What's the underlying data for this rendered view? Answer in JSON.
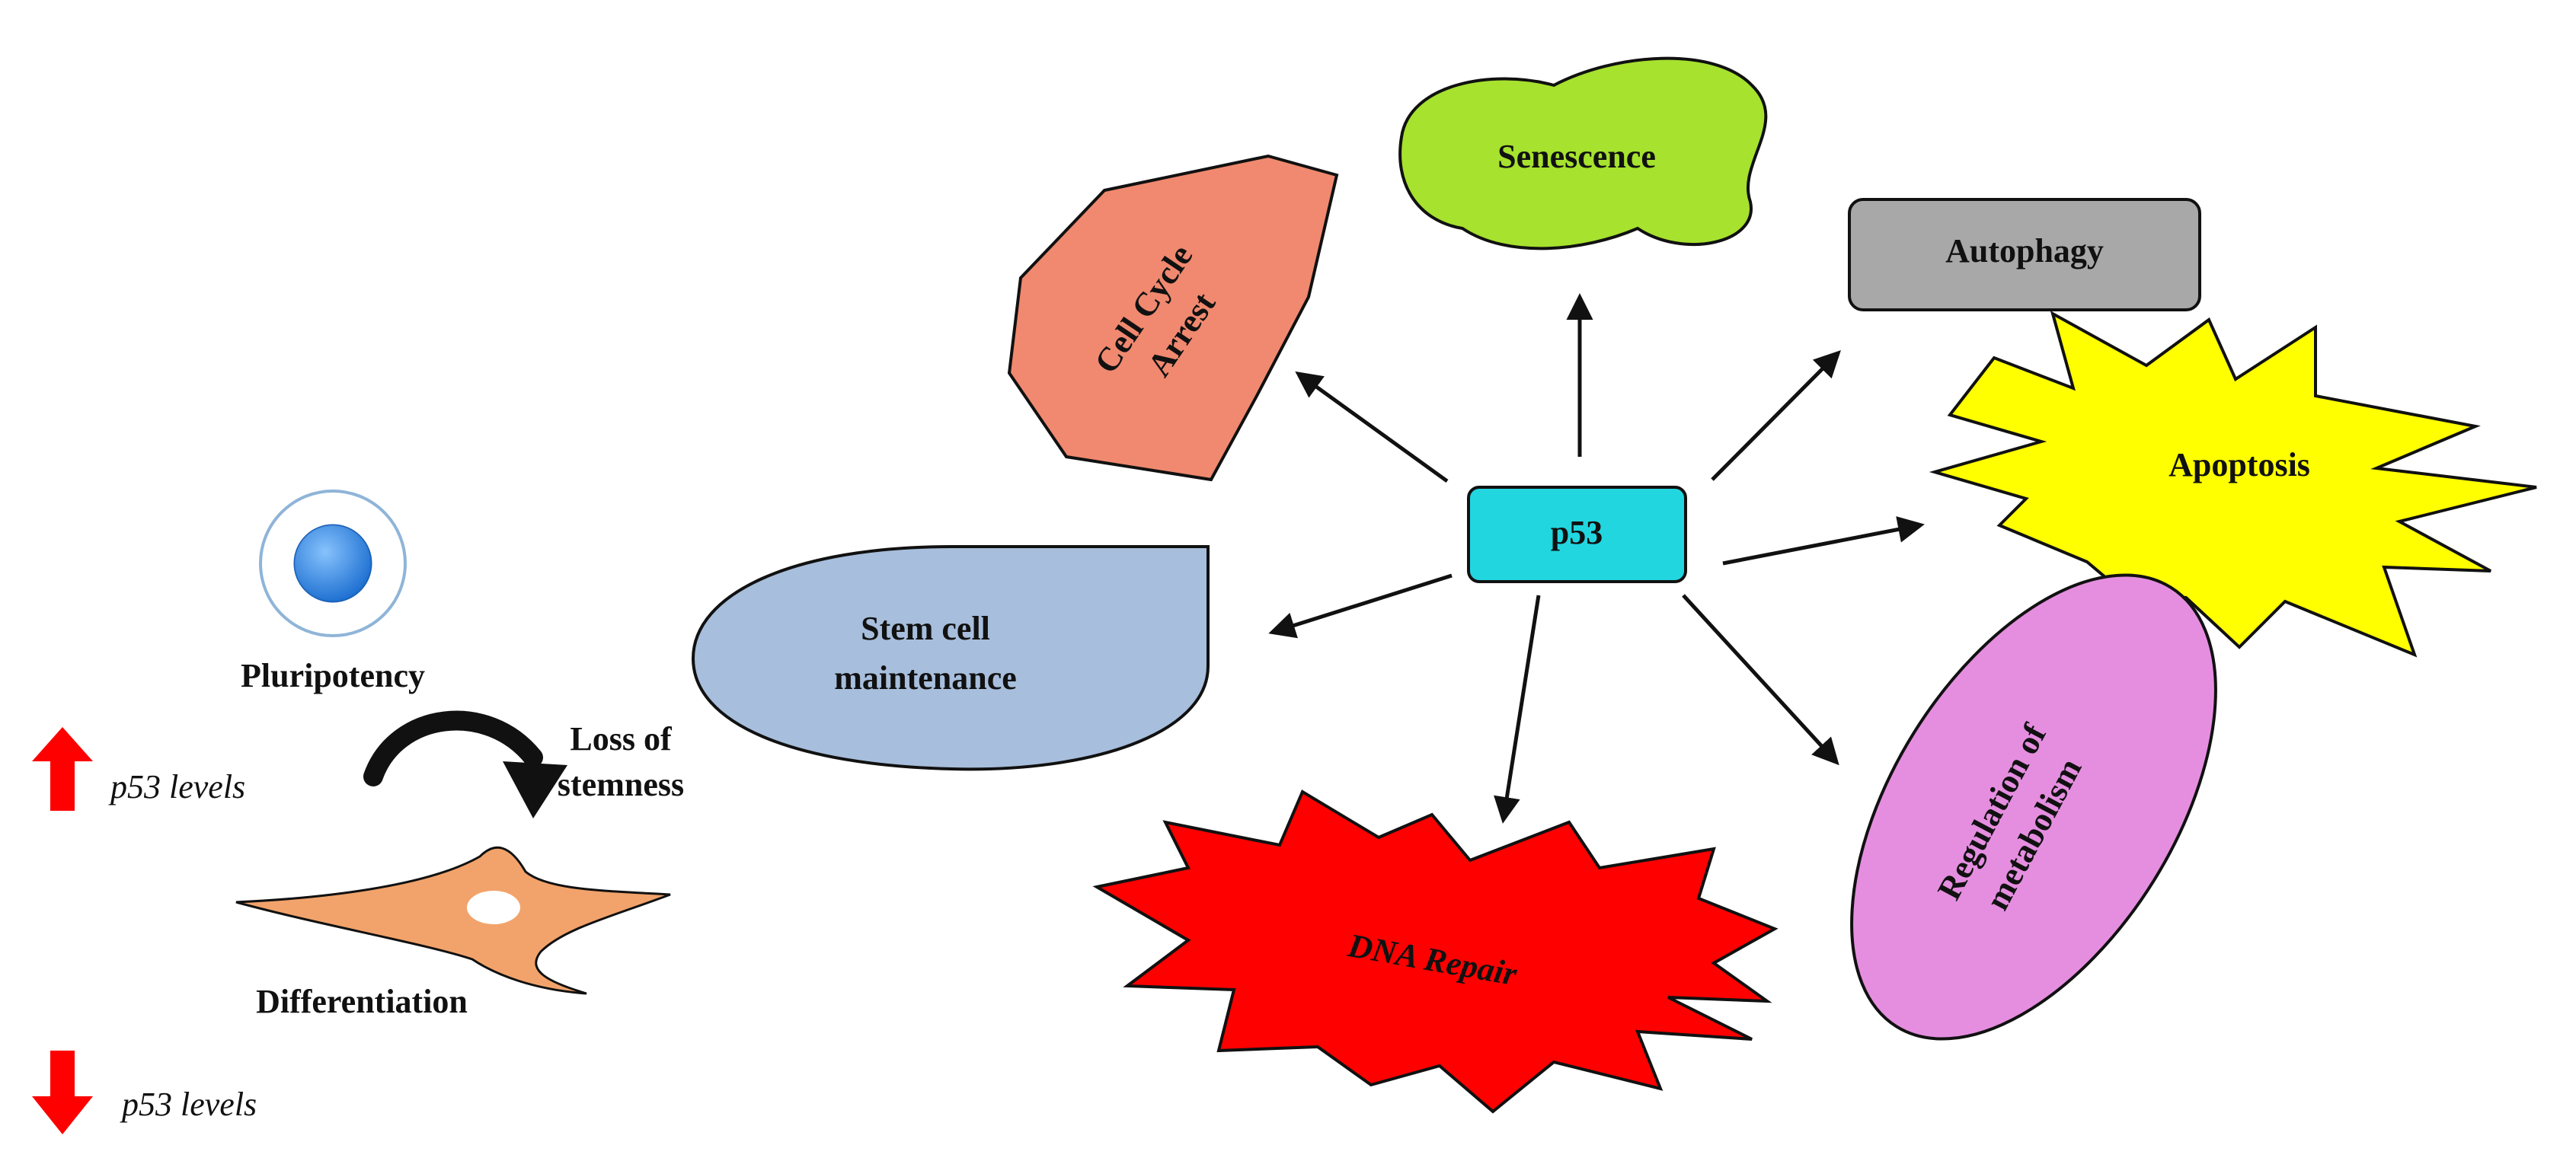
{
  "center": {
    "label": "p53",
    "color": "#22d6e0"
  },
  "outcomes": {
    "cell_cycle_arrest": {
      "lines": [
        "Cell Cycle",
        "Arrest"
      ],
      "color": "#f0896f"
    },
    "senescence": {
      "label": "Senescence",
      "color": "#a6e22e"
    },
    "autophagy": {
      "label": "Autophagy",
      "color": "#a8a8a8"
    },
    "apoptosis": {
      "label": "Apoptosis",
      "color": "#ffff00"
    },
    "regulation_of_metabolism": {
      "lines": [
        "Regulation of",
        "metabolism"
      ],
      "color": "#e58ee0"
    },
    "dna_repair": {
      "label": "DNA Repair",
      "color": "#ff0000"
    },
    "stem_cell_maintenance": {
      "lines": [
        "Stem cell",
        "maintenance"
      ],
      "color": "#a7bedc"
    }
  },
  "left_panel": {
    "pluripotency": "Pluripotency",
    "differentiation": "Differentiation",
    "transition": [
      "Loss of",
      "stemness"
    ],
    "p53_up": "p53 levels",
    "p53_down": "p53 levels",
    "arrow_color": "#ff0000",
    "stem_cell_color": "#3a8ee8",
    "diff_cell_color": "#f2a36b"
  }
}
